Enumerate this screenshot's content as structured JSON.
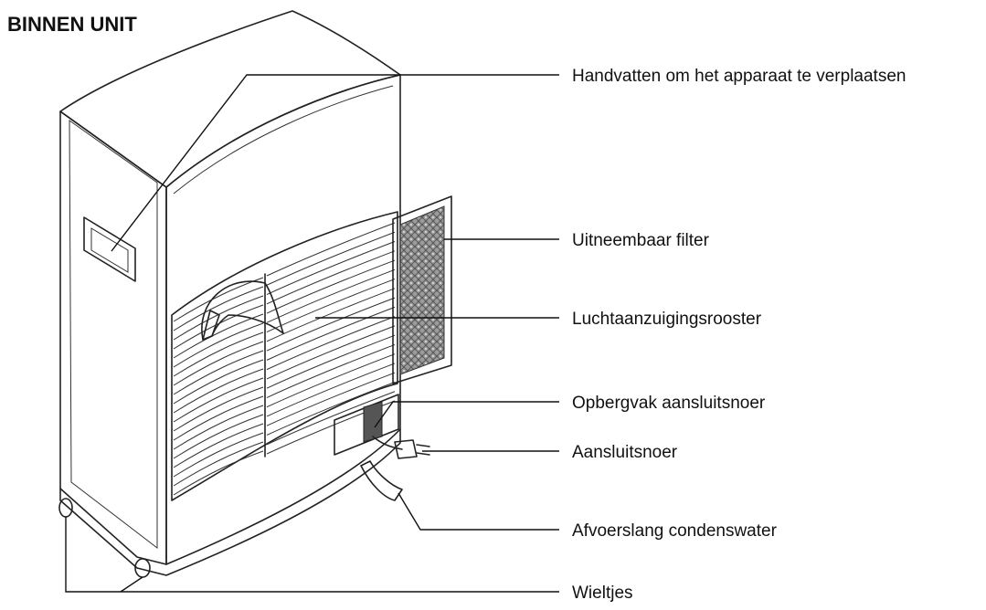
{
  "title": "BINNEN UNIT",
  "labels": [
    {
      "id": "handle",
      "text": "Handvatten om het apparaat te verplaatsen"
    },
    {
      "id": "filter",
      "text": "Uitneembaar filter"
    },
    {
      "id": "grille",
      "text": "Luchtaanzuigingsrooster"
    },
    {
      "id": "cord-storage",
      "text": "Opbergvak aansluitsnoer"
    },
    {
      "id": "cord",
      "text": "Aansluitsnoer"
    },
    {
      "id": "drain-hose",
      "text": "Afvoerslang condenswater"
    },
    {
      "id": "wheels",
      "text": "Wieltjes"
    }
  ]
}
